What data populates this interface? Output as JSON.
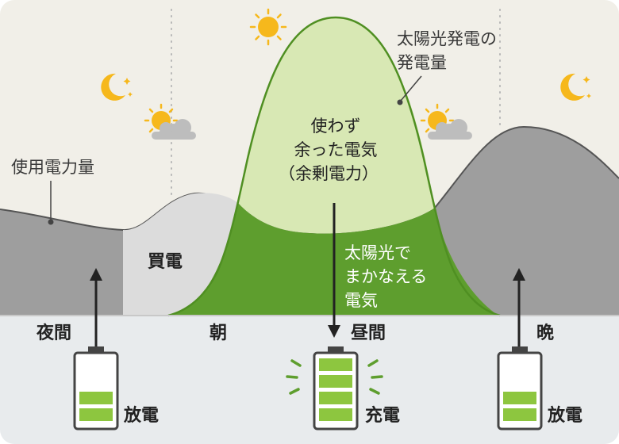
{
  "labels": {
    "usage": "使用電力量",
    "solar_1": "太陽光発電の",
    "solar_2": "発電量",
    "surplus_1": "使わず",
    "surplus_2": "余った電気",
    "surplus_3": "（余剰電力）",
    "covered_1": "太陽光で",
    "covered_2": "まかなえる",
    "covered_3": "電気",
    "buy": "買電",
    "night": "夜間",
    "morning": "朝",
    "daytime": "昼間",
    "evening": "晩",
    "discharge_left": "放電",
    "charge": "充電",
    "discharge_right": "放電"
  },
  "colors": {
    "sky": "#f1efe8",
    "ground": "#e8ebed",
    "usage_gray": "#9e9e9e",
    "buy_gray": "#dcdcdc",
    "solar_green": "#5e9e2e",
    "surplus_green": "#d8e8b4",
    "battery_green": "#8dc63f",
    "sun": "#f6b81c",
    "cloud": "#bdbdbd"
  },
  "icons": [
    "sun-icon",
    "moon-icon",
    "cloud-icon",
    "battery-icon",
    "arrow-up-icon",
    "arrow-down-icon"
  ]
}
